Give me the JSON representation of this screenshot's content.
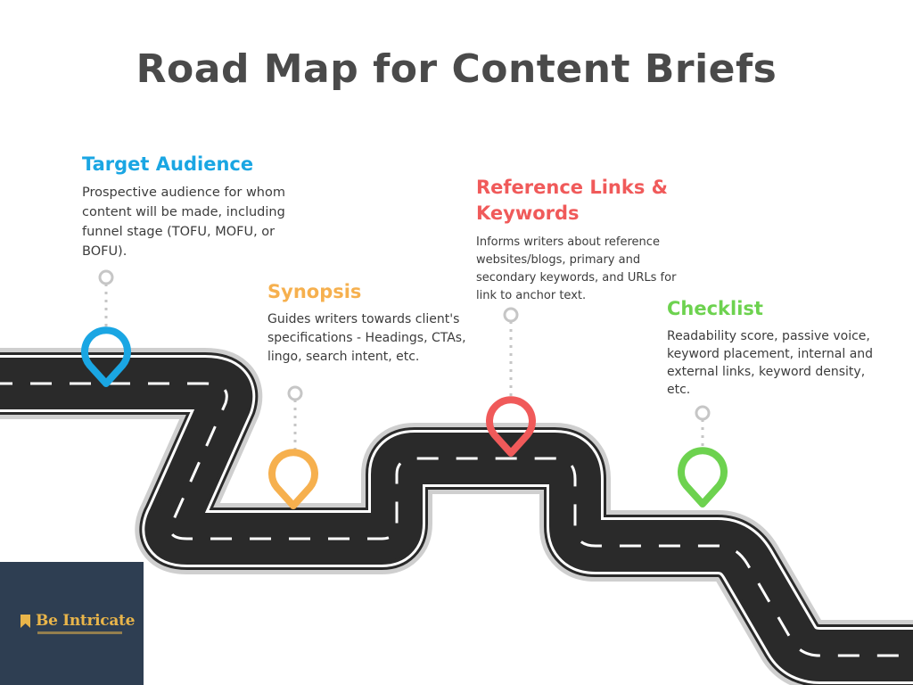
{
  "title": "Road Map for Content Briefs",
  "colors": {
    "road": "#2a2a2a",
    "road_border": "#ffffff",
    "road_shadow": "#cfcfcf",
    "stem": "#c6c6c6",
    "audience": "#1aa6e3",
    "synopsis": "#f6b04e",
    "reference": "#f05a5a",
    "checklist": "#6dd24f",
    "logo_bg": "#2e3e52",
    "logo_accent": "#e9b54a"
  },
  "milestones": [
    {
      "heading": "Target Audience",
      "body": "Prospective audience for whom content will be made, including funnel stage (TOFU, MOFU, or BOFU).",
      "color_key": "audience"
    },
    {
      "heading": "Synopsis",
      "body": "Guides writers towards client's specifications - Headings, CTAs, lingo, search intent, etc.",
      "color_key": "synopsis"
    },
    {
      "heading": "Reference Links & Keywords",
      "body": "Informs writers about reference websites/blogs, primary and secondary keywords, and URLs for link to anchor text.",
      "color_key": "reference"
    },
    {
      "heading": "Checklist",
      "body": "Readability score, passive voice, keyword placement, internal and external links, keyword density, etc.",
      "color_key": "checklist"
    }
  ],
  "logo": {
    "name": "Be Intricate",
    "icon": "bookmark-icon"
  }
}
